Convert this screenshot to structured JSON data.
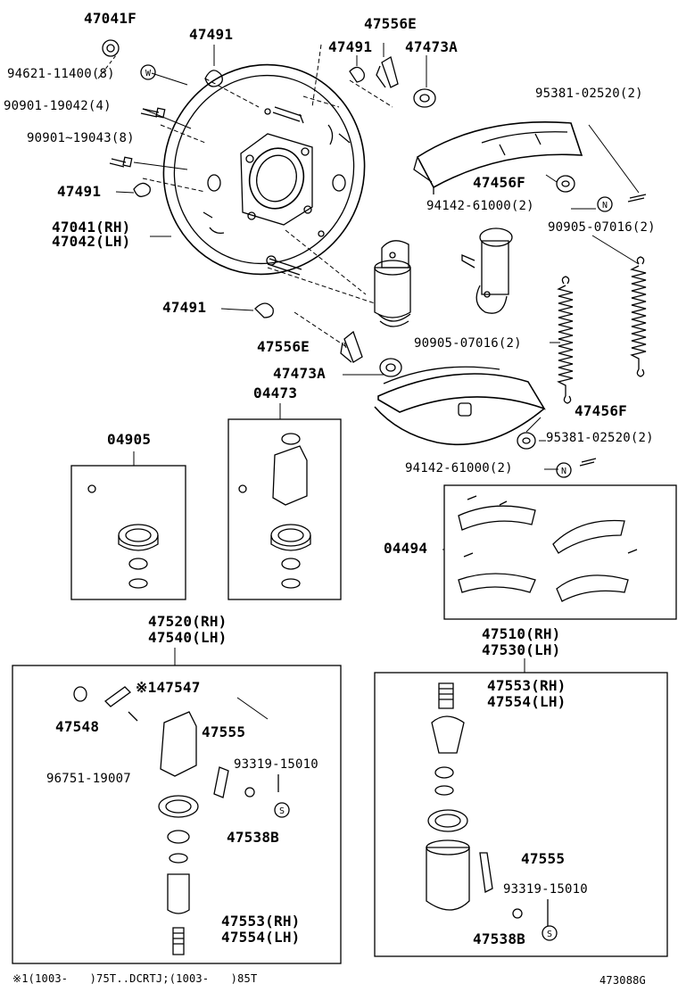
{
  "diagram": {
    "labels": {
      "l47041F": "47041F",
      "l94621": "94621-11400(8)",
      "l90901a": "90901-19042(4)",
      "l90901b": "90901~19043(8)",
      "l47491a": "47491",
      "l47491b": "47491",
      "l47491c": "47491",
      "l47491d": "47491",
      "l47041": "47041(RH)",
      "l47042": "47042(LH)",
      "l47556Ea": "47556E",
      "l47473Aa": "47473A",
      "l95381a": "95381-02520(2)",
      "l47456Fa": "47456F",
      "l94142a": "94142-61000(2)",
      "l90905a": "90905-07016(2)",
      "l90905b": "90905-07016(2)",
      "l47556Eb": "47556E",
      "l47473Ab": "47473A",
      "l04473": "04473",
      "l04905": "04905",
      "l47456Fb": "47456F",
      "l95381b": "95381-02520(2)",
      "l94142b": "94142-61000(2)",
      "l04494": "04494",
      "l47520": "47520(RH)",
      "l47540": "47540(LH)",
      "l47510": "47510(RH)",
      "l47530": "47530(LH)",
      "l47547": "※147547",
      "l47548": "47548",
      "l96751": "96751-19007",
      "l47555a": "47555",
      "l93319a": "93319-15010",
      "l47538Ba": "47538B",
      "l47553a": "47553(RH)",
      "l47554a": "47554(LH)",
      "l47553b": "47553(RH)",
      "l47554b": "47554(LH)",
      "l47555b": "47555",
      "l93319b": "93319-15010",
      "l47538Bb": "47538B"
    },
    "marks": {
      "w": "W",
      "n1": "N",
      "n2": "N",
      "s1": "S",
      "s2": "S"
    },
    "footnote": "※1(1003-　　)75T..DCRTJ;(1003-　　)85T",
    "figure_id": "473088G"
  }
}
